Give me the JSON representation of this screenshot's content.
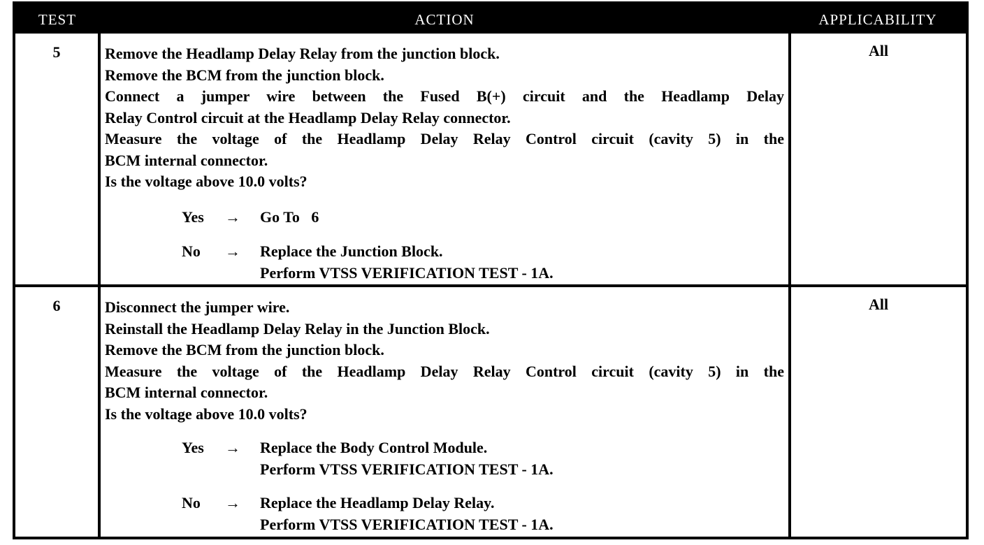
{
  "header": {
    "test": "TEST",
    "action": "ACTION",
    "applicability": "APPLICABILITY"
  },
  "rows": [
    {
      "test": "5",
      "applicability": "All",
      "lines": [
        "Remove the Headlamp Delay Relay from the junction block.",
        "Remove the BCM from the junction block.",
        "Connect a jumper wire between the Fused B(+) circuit and the Headlamp Delay",
        "Relay Control circuit at the Headlamp Delay Relay connector.",
        "Measure the voltage of the Headlamp Delay Relay Control circuit (cavity 5) in the",
        "BCM internal connector.",
        "Is the voltage above 10.0 volts?"
      ],
      "yes": {
        "label": "Yes",
        "arrow": "→",
        "lines": [
          "Go To   6"
        ]
      },
      "no": {
        "label": "No",
        "arrow": "→",
        "lines": [
          "Replace the Junction Block.",
          "Perform VTSS VERIFICATION TEST - 1A."
        ]
      }
    },
    {
      "test": "6",
      "applicability": "All",
      "lines": [
        "Disconnect the jumper wire.",
        "Reinstall the Headlamp Delay Relay in the Junction Block.",
        "Remove the BCM from the junction block.",
        "Measure the voltage of the Headlamp Delay Relay Control circuit (cavity 5) in the",
        "BCM internal connector.",
        "Is the voltage above 10.0 volts?"
      ],
      "yes": {
        "label": "Yes",
        "arrow": "→",
        "lines": [
          "Replace the Body Control Module.",
          "Perform VTSS VERIFICATION TEST - 1A."
        ]
      },
      "no": {
        "label": "No",
        "arrow": "→",
        "lines": [
          "Replace the Headlamp Delay Relay.",
          "Perform VTSS VERIFICATION TEST - 1A."
        ]
      }
    }
  ]
}
